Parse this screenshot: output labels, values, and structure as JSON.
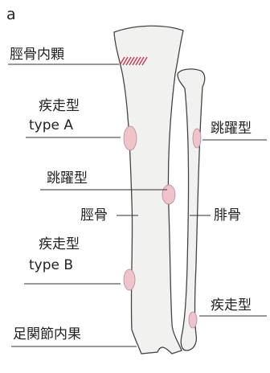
{
  "panel_label": "a",
  "labels": {
    "medial_condyle": "脛骨内顆",
    "sprint_a_line1": "疾走型",
    "sprint_a_line2": "type A",
    "jump_tibia": "跳躍型",
    "tibia": "脛骨",
    "sprint_b_line1": "疾走型",
    "sprint_b_line2": "type B",
    "medial_malleolus": "足関節内果",
    "jump_fibula": "跳躍型",
    "fibula": "腓骨",
    "sprint_fibula": "疾走型"
  },
  "colors": {
    "bone_fill": "#f1f1ef",
    "bone_outline": "#444444",
    "fracture_site": "#efc3cc",
    "hatch": "#c8334a"
  }
}
